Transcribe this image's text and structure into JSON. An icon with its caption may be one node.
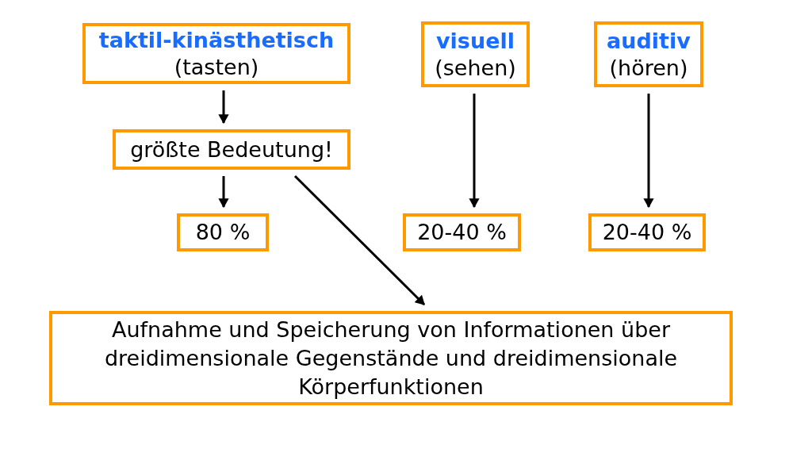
{
  "diagram": {
    "nodes": [
      {
        "text": [
          "taktil-kinästhetisch",
          "(tasten)"
        ]
      },
      {
        "text": [
          "visuell",
          "(sehen)"
        ]
      },
      {
        "text": [
          "auditiv",
          "(hören)"
        ]
      },
      {
        "text": [
          "größte Bedeutung!"
        ]
      },
      {
        "text": [
          "80 %"
        ]
      },
      {
        "text": [
          "20-40 %"
        ]
      },
      {
        "text": [
          "20-40 %"
        ]
      },
      {
        "text": [
          "Aufnahme und Speicherung von Informationen über dreidimensionale Gegenstände und dreidimensionale Körperfunktionen"
        ]
      }
    ],
    "edges": [
      {
        "from": 0,
        "to": 3,
        "arrow": "to"
      },
      {
        "from": 3,
        "to": 4,
        "arrow": "to"
      },
      {
        "from": 3,
        "to": 7,
        "arrow": "to"
      },
      {
        "from": 1,
        "to": 5,
        "arrow": "to"
      },
      {
        "from": 2,
        "to": 6,
        "arrow": "to"
      }
    ]
  }
}
